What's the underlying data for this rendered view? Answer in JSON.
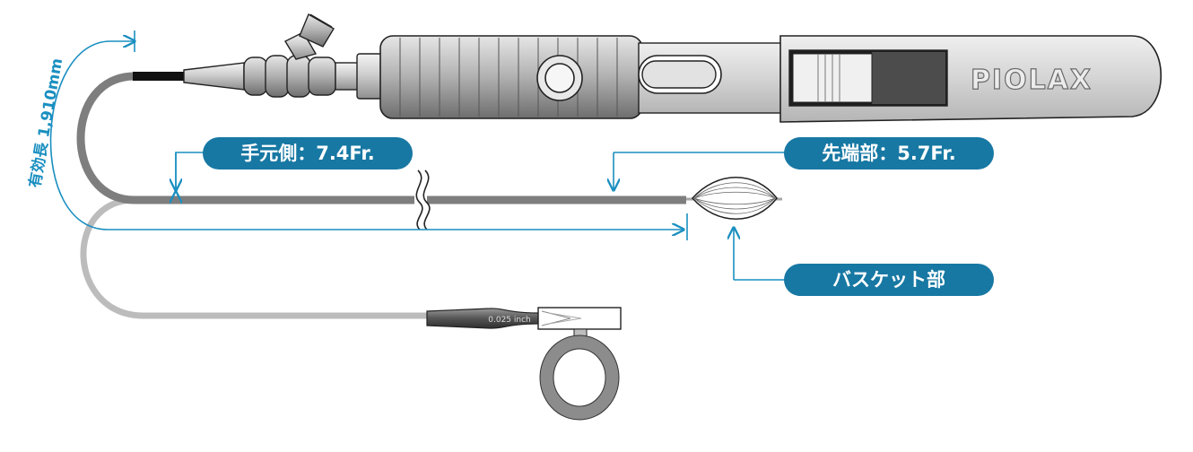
{
  "labels": {
    "effective_length": "有効長 1,910mm",
    "proximal": "手元側：7.4Fr.",
    "distal": "先端部：5.7Fr.",
    "basket": "バスケット部",
    "wire_marking": "0.025 inch",
    "brand": "PIOLAX"
  },
  "colors": {
    "accent": "#1778a3",
    "dimension_line": "#1a8fc0",
    "sheath_dark": "#7a7a7a",
    "sheath_light": "#b8b8b8",
    "handle_body": "#d8d8d8",
    "outline": "#222222"
  }
}
